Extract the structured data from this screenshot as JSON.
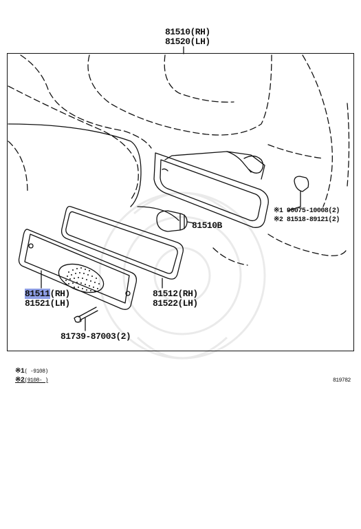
{
  "header": {
    "part_line1": "81510(RH)",
    "part_line2": "81520(LH)"
  },
  "callouts": {
    "bulb": "81510B",
    "bracket_line1": "※1 90075-10008(2)",
    "bracket_line2": "※2 81518-89121(2)",
    "gasket_line1": "81512(RH)",
    "gasket_line2": "81522(LH)",
    "lens_line1_num": "81511",
    "lens_line1_side": "(RH)",
    "lens_line2": "81521(LH)",
    "screw": "81739-87003(2)"
  },
  "footnotes": {
    "note1_mark": "※1",
    "note1_text": "(     -9108)",
    "note2_mark": "※2",
    "note2_text": "(9108-      )"
  },
  "diagram_code": "819782"
}
